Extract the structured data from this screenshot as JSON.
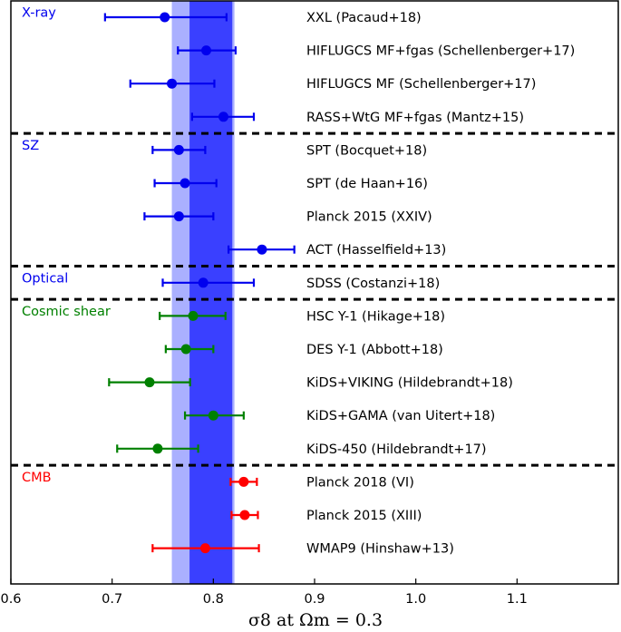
{
  "chart_data": {
    "type": "scatter",
    "xlabel": "σ8 at Ωm = 0.3",
    "xlim": [
      0.6,
      1.2
    ],
    "xticks": [
      "0.6",
      "0.7",
      "0.8",
      "0.9",
      "1.0",
      "1.1"
    ],
    "grid": false,
    "reference_band": {
      "center": 0.7986,
      "inner": [
        0.7765,
        0.8205
      ],
      "outer": [
        0.759,
        0.8195
      ]
    },
    "groups": [
      {
        "name": "X-ray",
        "color": "#0000ee",
        "points": [
          {
            "label": "XXL (Pacaud+18)",
            "value": 0.752,
            "lo": 0.693,
            "hi": 0.813
          },
          {
            "label": "HIFLUGCS MF+fgas (Schellenberger+17)",
            "value": 0.793,
            "lo": 0.765,
            "hi": 0.822
          },
          {
            "label": "HIFLUGCS MF (Schellenberger+17)",
            "value": 0.759,
            "lo": 0.718,
            "hi": 0.801
          },
          {
            "label": "RASS+WtG MF+fgas (Mantz+15)",
            "value": 0.81,
            "lo": 0.779,
            "hi": 0.84
          }
        ]
      },
      {
        "name": "SZ",
        "color": "#0000ee",
        "points": [
          {
            "label": "SPT (Bocquet+18)",
            "value": 0.766,
            "lo": 0.74,
            "hi": 0.792
          },
          {
            "label": "SPT (de Haan+16)",
            "value": 0.772,
            "lo": 0.742,
            "hi": 0.803
          },
          {
            "label": "Planck 2015 (XXIV)",
            "value": 0.766,
            "lo": 0.732,
            "hi": 0.8
          },
          {
            "label": "ACT (Hasselfield+13)",
            "value": 0.848,
            "lo": 0.815,
            "hi": 0.88
          }
        ]
      },
      {
        "name": "Optical",
        "color": "#0000ee",
        "points": [
          {
            "label": "SDSS (Costanzi+18)",
            "value": 0.79,
            "lo": 0.75,
            "hi": 0.84
          }
        ]
      },
      {
        "name": "Cosmic shear",
        "color": "#008000",
        "points": [
          {
            "label": "HSC Y-1 (Hikage+18)",
            "value": 0.78,
            "lo": 0.747,
            "hi": 0.812
          },
          {
            "label": "DES Y-1 (Abbott+18)",
            "value": 0.773,
            "lo": 0.753,
            "hi": 0.8
          },
          {
            "label": "KiDS+VIKING (Hildebrandt+18)",
            "value": 0.737,
            "lo": 0.697,
            "hi": 0.777
          },
          {
            "label": "KiDS+GAMA (van Uitert+18)",
            "value": 0.8,
            "lo": 0.772,
            "hi": 0.83
          },
          {
            "label": "KiDS-450 (Hildebrandt+17)",
            "value": 0.745,
            "lo": 0.705,
            "hi": 0.785
          }
        ]
      },
      {
        "name": "CMB",
        "color": "#ff0000",
        "points": [
          {
            "label": "Planck 2018 (VI)",
            "value": 0.83,
            "lo": 0.817,
            "hi": 0.843
          },
          {
            "label": "Planck 2015 (XIII)",
            "value": 0.831,
            "lo": 0.818,
            "hi": 0.844
          },
          {
            "label": "WMAP9 (Hinshaw+13)",
            "value": 0.792,
            "lo": 0.74,
            "hi": 0.845
          }
        ]
      }
    ]
  }
}
